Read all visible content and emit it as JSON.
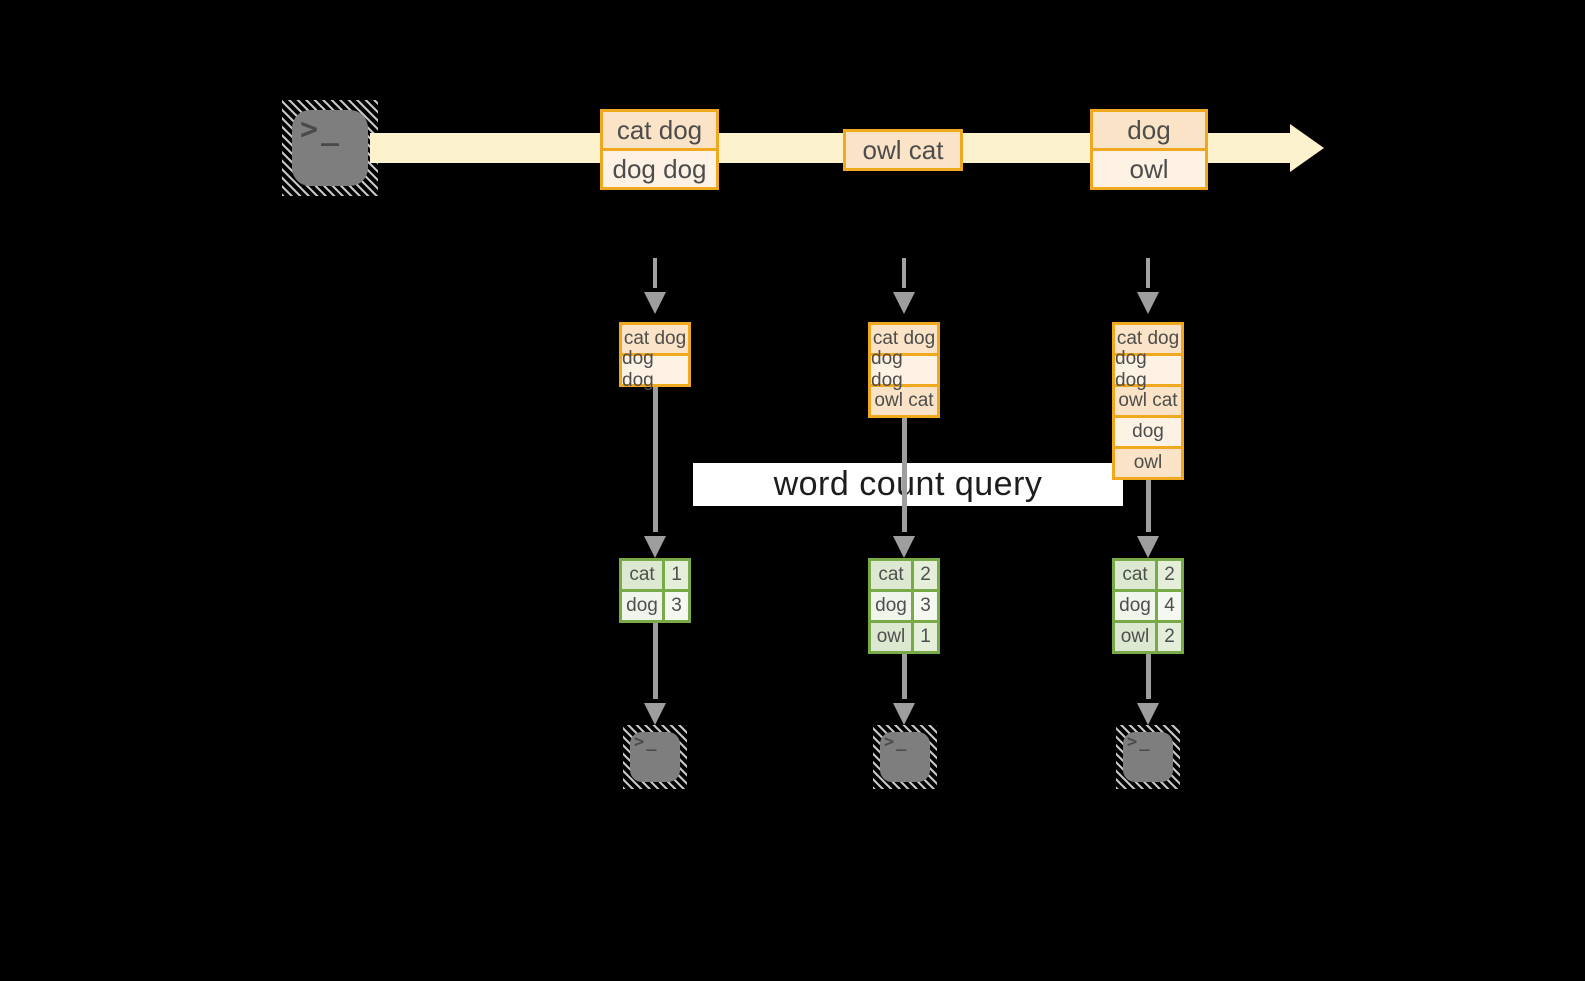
{
  "banner": {
    "label": "word count query"
  },
  "terminal_prompt": ">_",
  "colors": {
    "background": "#000000",
    "stream_band": "#fcf2cd",
    "orange_border": "#f0a81f",
    "orange_fill_dark": "#fae3c6",
    "orange_fill_light": "#fdf2e4",
    "green_border": "#79aa48",
    "green_fill_dark": "#dce8cf",
    "green_fill_light": "#f0f5eb",
    "arrow_gray": "#9e9e9e",
    "banner_bg": "#ffffff",
    "text_dark": "#4d4d4d"
  },
  "stream": {
    "source_icon": "terminal-icon",
    "events": [
      {
        "lines": [
          "cat dog",
          "dog dog"
        ]
      },
      {
        "lines": [
          "owl cat"
        ]
      },
      {
        "lines": [
          "dog",
          "owl"
        ]
      }
    ]
  },
  "tasks": [
    {
      "queue": [
        "cat dog",
        "dog dog"
      ],
      "counts": [
        {
          "word": "cat",
          "count": "1"
        },
        {
          "word": "dog",
          "count": "3"
        }
      ]
    },
    {
      "queue": [
        "cat dog",
        "dog dog",
        "owl cat"
      ],
      "counts": [
        {
          "word": "cat",
          "count": "2"
        },
        {
          "word": "dog",
          "count": "3"
        },
        {
          "word": "owl",
          "count": "1"
        }
      ]
    },
    {
      "queue": [
        "cat dog",
        "dog dog",
        "owl cat",
        "dog",
        "owl"
      ],
      "counts": [
        {
          "word": "cat",
          "count": "2"
        },
        {
          "word": "dog",
          "count": "4"
        },
        {
          "word": "owl",
          "count": "2"
        }
      ]
    }
  ]
}
